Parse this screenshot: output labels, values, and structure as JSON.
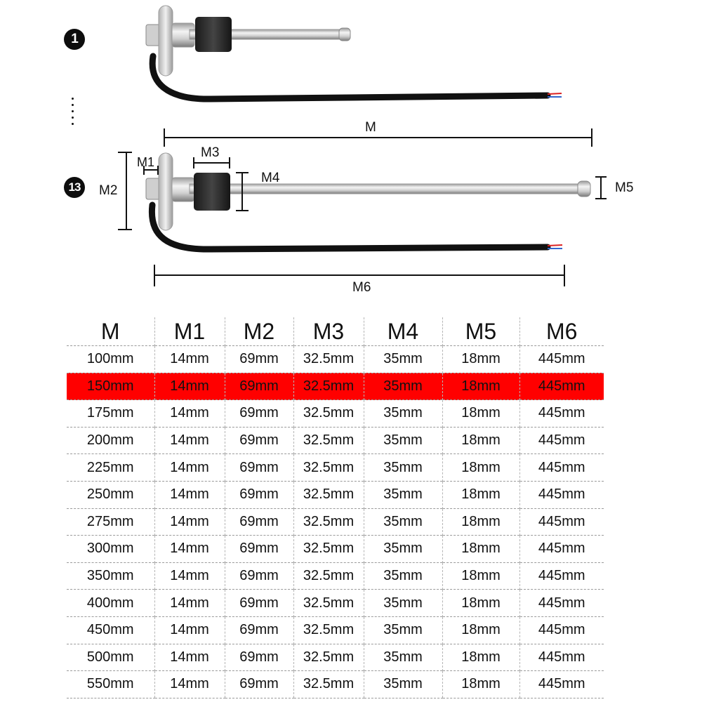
{
  "badges": {
    "first": "1",
    "last": "13"
  },
  "dimension_labels": {
    "m": "M",
    "m1": "M1",
    "m2": "M2",
    "m3": "M3",
    "m4": "M4",
    "m5": "M5",
    "m6": "M6"
  },
  "colors": {
    "highlight": "#ff0000",
    "cable": "#111111",
    "float": "#2a2a2a",
    "rod": "#c8c8c8"
  },
  "table": {
    "headers": [
      "M",
      "M1",
      "M2",
      "M3",
      "M4",
      "M5",
      "M6"
    ],
    "highlight_row_index": 1,
    "rows": [
      [
        "100mm",
        "14mm",
        "69mm",
        "32.5mm",
        "35mm",
        "18mm",
        "445mm"
      ],
      [
        "150mm",
        "14mm",
        "69mm",
        "32.5mm",
        "35mm",
        "18mm",
        "445mm"
      ],
      [
        "175mm",
        "14mm",
        "69mm",
        "32.5mm",
        "35mm",
        "18mm",
        "445mm"
      ],
      [
        "200mm",
        "14mm",
        "69mm",
        "32.5mm",
        "35mm",
        "18mm",
        "445mm"
      ],
      [
        "225mm",
        "14mm",
        "69mm",
        "32.5mm",
        "35mm",
        "18mm",
        "445mm"
      ],
      [
        "250mm",
        "14mm",
        "69mm",
        "32.5mm",
        "35mm",
        "18mm",
        "445mm"
      ],
      [
        "275mm",
        "14mm",
        "69mm",
        "32.5mm",
        "35mm",
        "18mm",
        "445mm"
      ],
      [
        "300mm",
        "14mm",
        "69mm",
        "32.5mm",
        "35mm",
        "18mm",
        "445mm"
      ],
      [
        "350mm",
        "14mm",
        "69mm",
        "32.5mm",
        "35mm",
        "18mm",
        "445mm"
      ],
      [
        "400mm",
        "14mm",
        "69mm",
        "32.5mm",
        "35mm",
        "18mm",
        "445mm"
      ],
      [
        "450mm",
        "14mm",
        "69mm",
        "32.5mm",
        "35mm",
        "18mm",
        "445mm"
      ],
      [
        "500mm",
        "14mm",
        "69mm",
        "32.5mm",
        "35mm",
        "18mm",
        "445mm"
      ],
      [
        "550mm",
        "14mm",
        "69mm",
        "32.5mm",
        "35mm",
        "18mm",
        "445mm"
      ]
    ]
  }
}
